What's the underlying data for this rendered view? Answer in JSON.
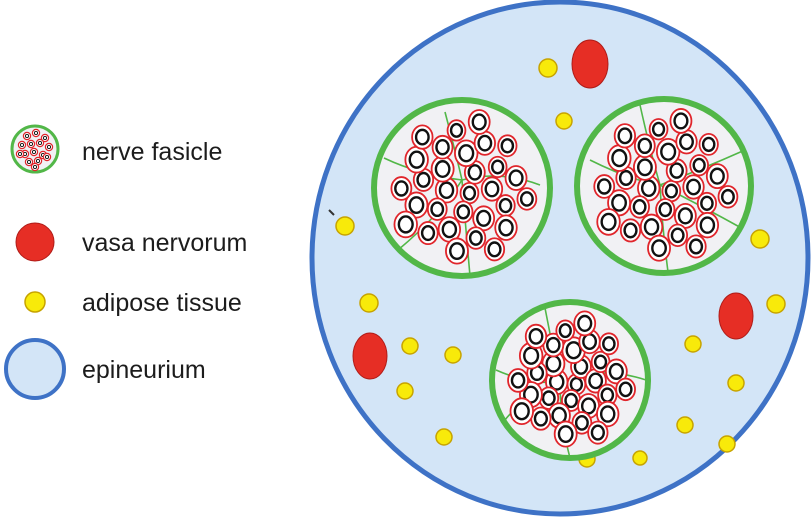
{
  "legend": {
    "items": [
      {
        "key": "nerve-fascicle",
        "label": "nerve fasicle",
        "symbol": "fascicle"
      },
      {
        "key": "vasa-nervorum",
        "label": "vasa nervorum",
        "symbol": "vessel"
      },
      {
        "key": "adipose-tissue",
        "label": "adipose tissue",
        "symbol": "fat"
      },
      {
        "key": "epineurium",
        "label": "epineurium",
        "symbol": "epineurium"
      }
    ]
  },
  "diagram": {
    "fascicle_count": 3,
    "vessel_count": 3,
    "adipose_count": 16,
    "axons_per_fascicle": 30
  },
  "colors": {
    "epineurium_fill": "#d3e5f7",
    "epineurium_stroke": "#3e72c6",
    "fascicle_fill": "#f1f1f4",
    "perineurium": "#52b748",
    "vessel": "#e62e25",
    "vessel_stroke": "#b01c18",
    "adipose_fill": "#f8ea0a",
    "adipose_stroke": "#c7a300",
    "myelin": "#e0252b",
    "axon_ring": "#111111",
    "axon_core": "#ffffff"
  }
}
